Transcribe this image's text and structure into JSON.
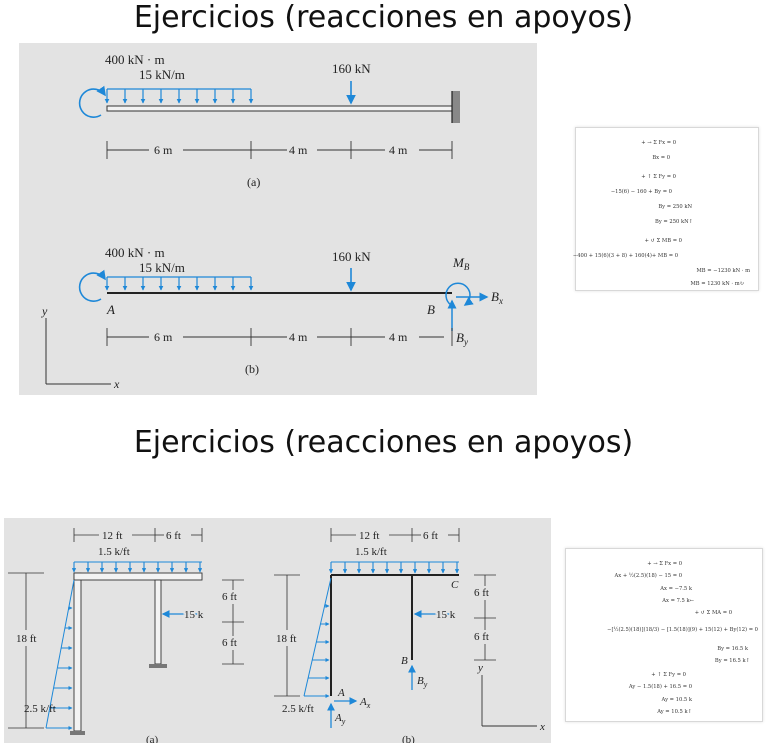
{
  "slide1": {
    "title": "Ejercicios (reacciones en apoyos)",
    "fig_a": {
      "moment": "400 kN · m",
      "dist": "15 kN/m",
      "point_load": "160 kN",
      "dims": [
        "6 m",
        "4 m",
        "4 m"
      ],
      "caption": "(a)"
    },
    "fig_b": {
      "moment": "400 kN · m",
      "dist": "15 kN/m",
      "point_load": "160 kN",
      "MB": "M",
      "MB_sub": "B",
      "A": "A",
      "B": "B",
      "Bx": "B",
      "Bx_sub": "x",
      "By": "B",
      "By_sub": "y",
      "dims": [
        "6 m",
        "4 m",
        "4 m"
      ],
      "caption": "(b)",
      "axis_y": "y",
      "axis_x": "x"
    },
    "equations": [
      "+ → Σ Fx = 0",
      "Bx = 0",
      "+ ↑ Σ Fy = 0",
      "−15(6) − 160 + By = 0",
      "By = 250 kN",
      "By = 250 kN↑",
      "+ ↺ Σ MB = 0",
      "−400 + 15(6)(3 + 8) + 160(4)+ MB = 0",
      "MB = −1230 kN · m",
      "MB = 1230 kN · m↻"
    ]
  },
  "slide2": {
    "title": "Ejercicios (reacciones en apoyos)",
    "fig_a": {
      "top_dims": [
        "12 ft",
        "6 ft"
      ],
      "dist": "1.5 k/ft",
      "right_dims": [
        "6 ft",
        "6 ft"
      ],
      "force": "15 k",
      "height": "18 ft",
      "base": "2.5 k/ft",
      "caption": "(a)"
    },
    "fig_b": {
      "top_dims": [
        "12 ft",
        "6 ft"
      ],
      "dist": "1.5 k/ft",
      "C": "C",
      "right_dims": [
        "6 ft",
        "6 ft"
      ],
      "force": "15 k",
      "height": "18 ft",
      "B": "B",
      "By": "B",
      "By_sub": "y",
      "A": "A",
      "Ax": "A",
      "Ax_sub": "x",
      "Ay": "A",
      "Ay_sub": "y",
      "base": "2.5 k/ft",
      "caption": "(b)",
      "axis_y": "y",
      "axis_x": "x"
    },
    "equations": [
      "+ → Σ Fx = 0",
      "Ax + ½(2.5)(18) − 15 = 0",
      "Ax = −7.5 k",
      "Ax = 7.5 k←",
      "+ ↺ Σ MA = 0",
      "−[½(2.5)(18)](18/3) − [1.5(18)](9) + 15(12) + By(12) = 0",
      "By = 16.5 k",
      "By = 16.5 k↑",
      "+ ↑ Σ Fy = 0",
      "Ay − 1.5(18) + 16.5 = 0",
      "Ay = 10.5 k",
      "Ay = 10.5 k↑"
    ]
  }
}
